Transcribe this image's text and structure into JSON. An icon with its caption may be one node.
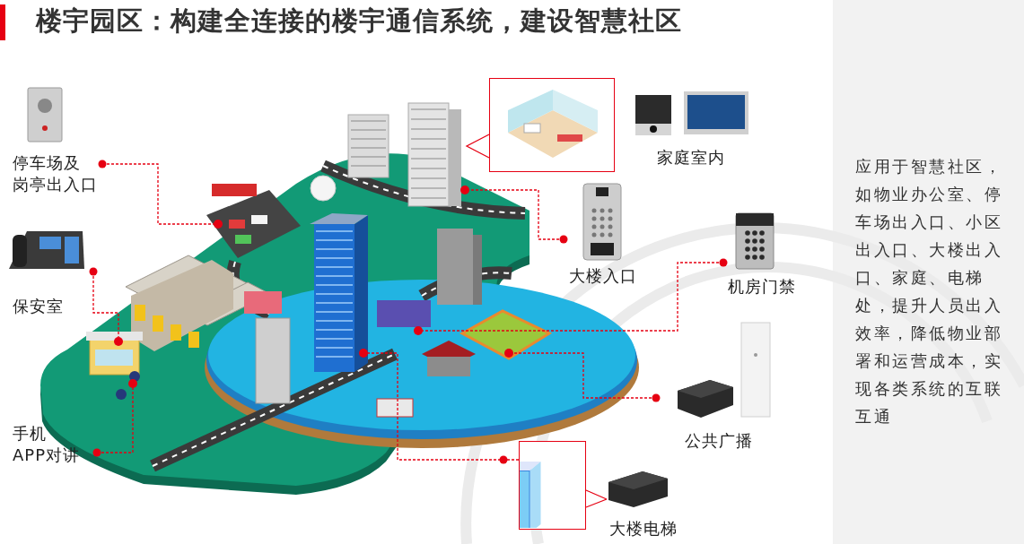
{
  "diagram": {
    "title": "楼宇园区：构建全连接的楼宇通信系统，建设智慧社区",
    "nodes": [
      {
        "text": [
          "停车场及岗亭出入口"
        ]
      },
      {
        "text": [
          "保安室"
        ]
      },
      {
        "text": [
          "手机APP对讲"
        ]
      },
      {
        "text": [],
        "shape": "picture"
      },
      {
        "text": [
          "家庭室内"
        ]
      },
      {
        "text": [
          "大楼入口"
        ]
      },
      {
        "text": [
          "机房门禁"
        ]
      },
      {
        "text": [
          "公共广播"
        ]
      },
      {
        "text": [],
        "shape": "picture"
      },
      {
        "text": [
          "大楼电梯"
        ]
      },
      {
        "text": [],
        "shape": "circle"
      },
      {
        "text": [],
        "shape": "circle"
      },
      {
        "text": [],
        "shape": "circle"
      },
      {
        "text": [],
        "shape": "circle"
      },
      {
        "text": [],
        "shape": "circle"
      },
      {
        "text": [],
        "shape": "circle"
      },
      {
        "text": [],
        "shape": "circle"
      }
    ],
    "edges": [
      {
        "from": 0,
        "to": 12,
        "arrow": "other",
        "style": "dashed"
      },
      {
        "from": 1,
        "to": 10,
        "arrow": "other",
        "style": "dashed"
      },
      {
        "from": 2,
        "to": 11,
        "arrow": "other",
        "style": "dashed"
      },
      {
        "from": 5,
        "to": 15,
        "arrow": "other",
        "style": "dashed"
      },
      {
        "from": 6,
        "to": 14,
        "arrow": "other",
        "style": "dashed"
      },
      {
        "from": 7,
        "to": 16,
        "arrow": "other",
        "style": "dashed"
      },
      {
        "from": 8,
        "to": 13,
        "arrow": "other",
        "style": "dashed"
      },
      {
        "from": 8,
        "to": 9,
        "arrow": "none"
      }
    ],
    "labels": [
      "应用于智慧社区，如物业办公室、停车场出入口、小区出入口、大楼出入口、家庭、电梯处，提升人员出入效率，降低物业部署和运营成本，实现各类系统的互联互通"
    ]
  }
}
